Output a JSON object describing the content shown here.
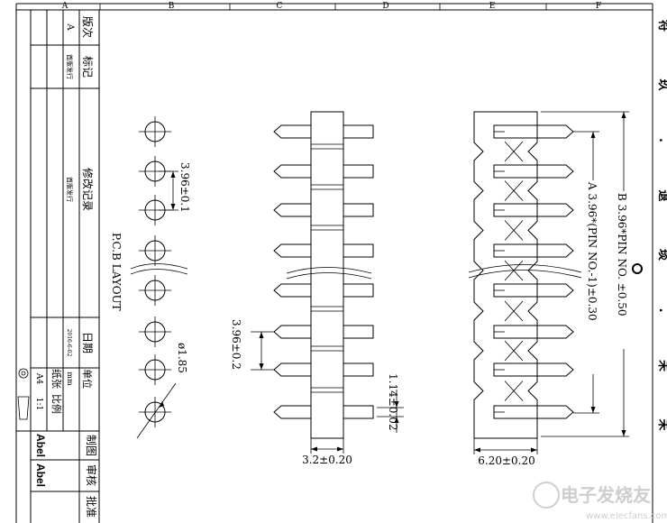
{
  "grid_columns": [
    "A",
    "B",
    "C",
    "D",
    "E",
    "F"
  ],
  "revision_table": {
    "col_version_label": "版次",
    "col_mark_label": "标记",
    "version_value": "A",
    "mark_value": "首版发行",
    "change_record_label": "修改记录",
    "change_record_value": "首版发行",
    "date_label": "日期",
    "date_value": "2016-6-02",
    "unit_label": "单位",
    "unit_value": "mm",
    "paper_label": "纸张",
    "paper_value": "A4",
    "scale_label": "比例",
    "scale_value": "1:1"
  },
  "signoff": {
    "drawn_label": "制图",
    "check_label": "审核",
    "approve_label": "批准",
    "drawn_value": "Abel",
    "check_value": "Abel"
  },
  "pcb_layout": {
    "title": "P.C.B LAYOUT",
    "pitch_dim": "3.96±0.1",
    "hole_dim": "ø1.85"
  },
  "side_view": {
    "pitch_dim": "3.96±0.2",
    "pin_width_dim": "1.14±0.02",
    "body_width_dim": "3.2±0.20"
  },
  "front_view": {
    "dim_a": "A  3.96*(PIN NO.-1)±0.30",
    "dim_b": "B  3.96*PIN NO. ±0.50",
    "width_dim": "6.20±0.20"
  },
  "right_border_text": "符 玖 . 退 琰 . 未 未",
  "watermark": "电子发烧友",
  "watermark_url": "www.elecfans.com"
}
